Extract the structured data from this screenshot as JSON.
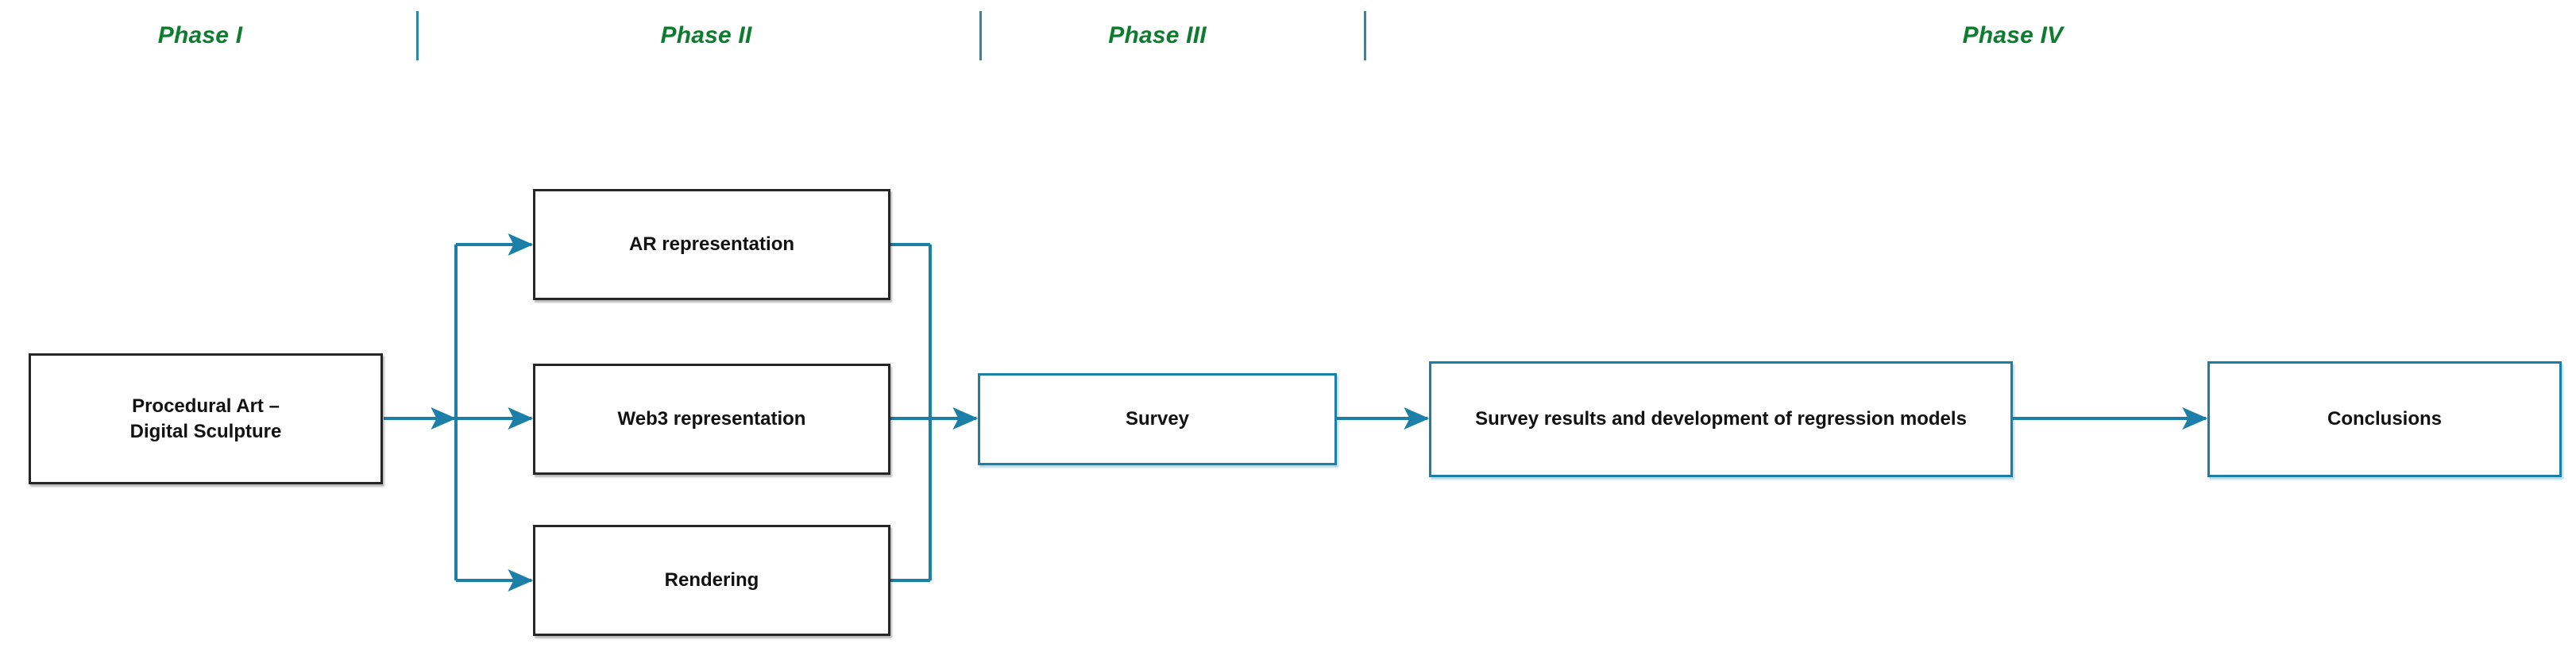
{
  "diagram": {
    "title": "Research methodology phases flowchart",
    "background_color": "#FFFFFF",
    "accent_color": "#1B7FA8",
    "phase_label_color": "#0E7C2F",
    "node_border_dark": "#262626",
    "node_border_blue": "#1B7FA8"
  },
  "phases": [
    {
      "id": "phase-1",
      "label": "Phase I"
    },
    {
      "id": "phase-2",
      "label": "Phase II"
    },
    {
      "id": "phase-3",
      "label": "Phase III"
    },
    {
      "id": "phase-4",
      "label": "Phase IV"
    }
  ],
  "nodes": [
    {
      "id": "procedural-art",
      "line1": "Procedural Art –",
      "line2": "Digital Sculpture",
      "style": "dark",
      "phase": "Phase I"
    },
    {
      "id": "ar-representation",
      "line1": "AR representation",
      "line2": "",
      "style": "dark",
      "phase": "Phase II"
    },
    {
      "id": "web3-representation",
      "line1": "Web3 representation",
      "line2": "",
      "style": "dark",
      "phase": "Phase II"
    },
    {
      "id": "rendering",
      "line1": "Rendering",
      "line2": "",
      "style": "dark",
      "phase": "Phase II"
    },
    {
      "id": "survey",
      "line1": "Survey",
      "line2": "",
      "style": "blue",
      "phase": "Phase III"
    },
    {
      "id": "survey-results",
      "line1": "Survey results and development of regression models",
      "line2": "",
      "style": "blue",
      "phase": "Phase IV"
    },
    {
      "id": "conclusions",
      "line1": "Conclusions",
      "line2": "",
      "style": "blue",
      "phase": "Phase IV"
    }
  ],
  "edges": [
    {
      "from": "procedural-art",
      "to": "ar-representation"
    },
    {
      "from": "procedural-art",
      "to": "web3-representation"
    },
    {
      "from": "procedural-art",
      "to": "rendering"
    },
    {
      "from": "ar-representation",
      "to": "survey"
    },
    {
      "from": "web3-representation",
      "to": "survey"
    },
    {
      "from": "rendering",
      "to": "survey"
    },
    {
      "from": "survey",
      "to": "survey-results"
    },
    {
      "from": "survey-results",
      "to": "conclusions"
    }
  ]
}
